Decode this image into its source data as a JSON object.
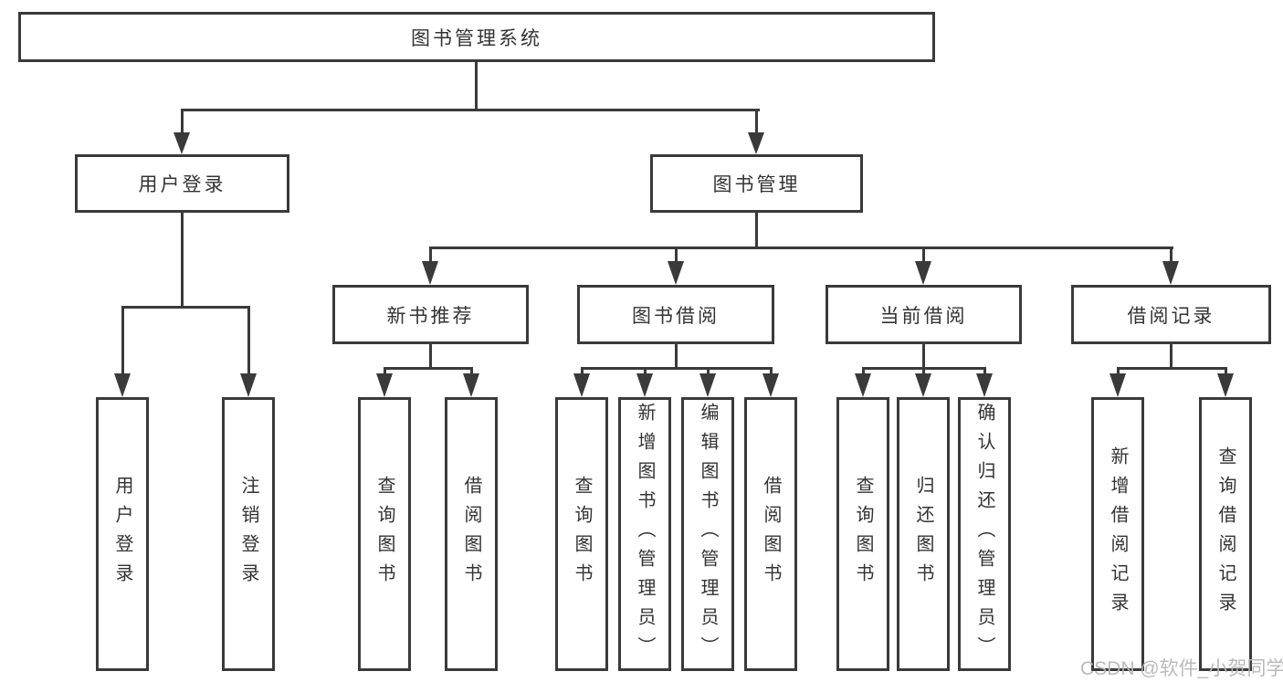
{
  "tree": {
    "root": {
      "label": "图书管理系统"
    },
    "branches": [
      {
        "label": "用户登录",
        "children": [
          {
            "label": "用户登录"
          },
          {
            "label": "注销登录"
          }
        ]
      },
      {
        "label": "图书管理",
        "children": [
          {
            "label": "新书推荐",
            "children": [
              {
                "label": "查询图书"
              },
              {
                "label": "借阅图书"
              }
            ]
          },
          {
            "label": "图书借阅",
            "children": [
              {
                "label": "查询图书"
              },
              {
                "label": "新增图书（管理员）"
              },
              {
                "label": "编辑图书（管理员）"
              },
              {
                "label": "借阅图书"
              }
            ]
          },
          {
            "label": "当前借阅",
            "children": [
              {
                "label": "查询图书"
              },
              {
                "label": "归还图书"
              },
              {
                "label": "确认归还（管理员）"
              }
            ]
          },
          {
            "label": "借阅记录",
            "children": [
              {
                "label": "新增借阅记录"
              },
              {
                "label": "查询借阅记录"
              }
            ]
          }
        ]
      }
    ]
  },
  "watermark": {
    "text": "CSDN @软件_小贺同学"
  },
  "colors": {
    "line": "#3a3a3a",
    "text": "#333333",
    "watermark": "#b7b7b7",
    "background": "#ffffff"
  }
}
